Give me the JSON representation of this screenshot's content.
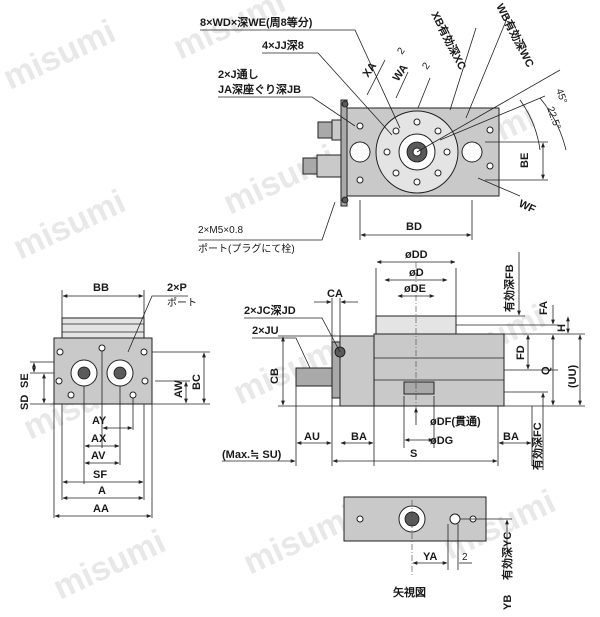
{
  "watermark": "misumi",
  "top_view": {
    "label_wd_we": "8×WD×深WE(周8等分)",
    "label_jj": "4×JJ深8",
    "label_j": "2×J通し",
    "label_ja_jb": "JA深座ぐり深JB",
    "label_xa": "XA",
    "label_wa": "WA",
    "label_2a": "2",
    "label_2b": "2",
    "label_xb_xc": "XB有効深XC",
    "label_wb_wc": "WB有効深WC",
    "label_45": "45°",
    "label_22_5": "22.5°",
    "label_be": "BE",
    "label_wf": "WF",
    "label_bd": "BD",
    "label_m5": "2×M5×0.8",
    "label_port_plug": "ポート(プラグにて栓)"
  },
  "left_view": {
    "label_bb": "BB",
    "label_p": "2×P",
    "label_port": "ポート",
    "label_se": "SE",
    "label_sd": "SD",
    "label_aw": "AW",
    "label_bc": "BC",
    "label_ay": "AY",
    "label_ax": "AX",
    "label_av": "AV",
    "label_sf": "SF",
    "label_a": "A",
    "label_aa": "AA"
  },
  "front_view": {
    "label_dd": "øDD",
    "label_d": "øD",
    "label_de": "øDE",
    "label_fb": "有効深FB",
    "label_ca": "CA",
    "label_jc_jd": "2×JC深JD",
    "label_ju": "2×JU",
    "label_fa": "FA",
    "label_h": "H",
    "label_fd": "FD",
    "label_q": "Q",
    "label_uu": "(UU)",
    "label_cb": "CB",
    "label_df": "øDF(貫通)",
    "label_dg": "øDG",
    "label_au": "AU",
    "label_ba_left": "BA",
    "label_ba_right": "BA",
    "label_s": "S",
    "label_max_su": "(Max.≒ SU)",
    "label_fc": "有効深FC"
  },
  "arrow_view": {
    "label_ya": "YA",
    "label_2": "2",
    "label_yc": "有効深YC",
    "label_yb": "YB",
    "label_title": "矢視図"
  }
}
